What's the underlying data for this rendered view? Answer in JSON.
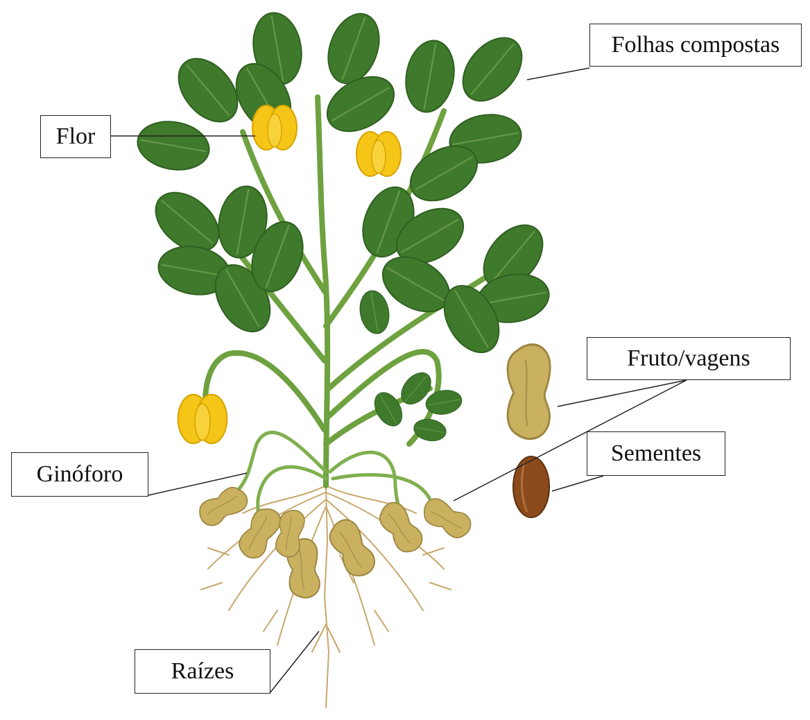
{
  "labels": {
    "folhas": "Folhas compostas",
    "flor": "Flor",
    "fruto": "Fruto/vagens",
    "sementes": "Sementes",
    "ginoforo": "Ginóforo",
    "raizes": "Raízes"
  },
  "colors": {
    "leaf": "#3f7a2c",
    "leaf_dark": "#2f5f20",
    "stem": "#6ea13f",
    "flower": "#f5c518",
    "flower_dark": "#d9a400",
    "pod": "#c9b160",
    "pod_dark": "#9c8540",
    "seed": "#8a4a1c",
    "root": "#c8a76a",
    "line": "#222222"
  }
}
